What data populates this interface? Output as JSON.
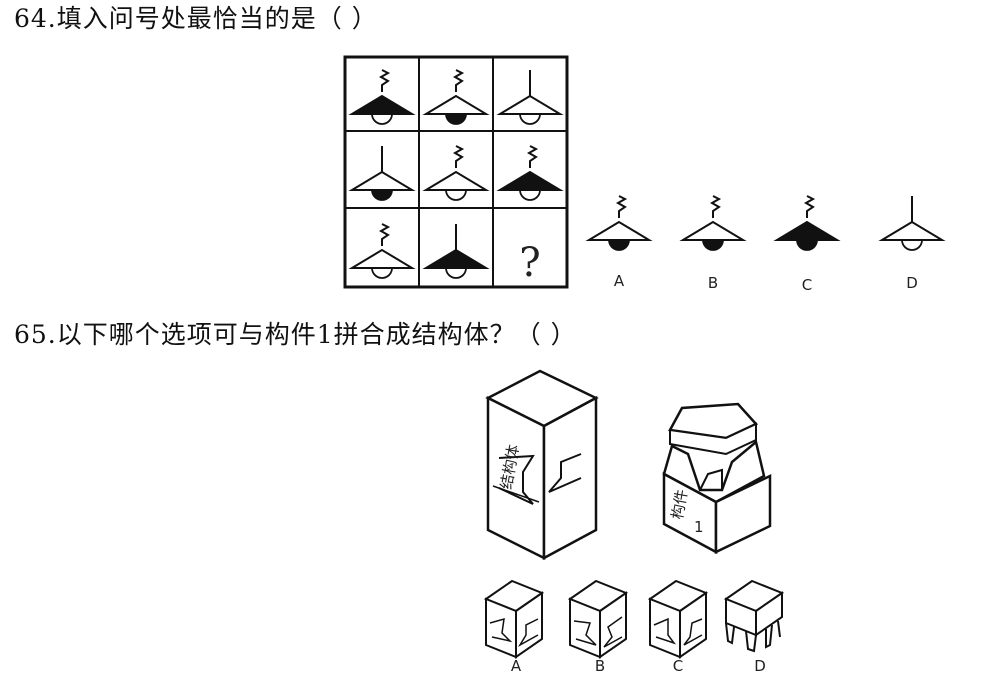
{
  "questions": [
    {
      "title": "64.填入问号处最恰当的是（    ）",
      "grid_cells": [
        {
          "hook": "zigzag",
          "shade": "black",
          "bulb": "white"
        },
        {
          "hook": "zigzag",
          "shade": "white",
          "bulb": "black"
        },
        {
          "hook": "straight",
          "shade": "white",
          "bulb": "white"
        },
        {
          "hook": "straight",
          "shade": "white",
          "bulb": "black"
        },
        {
          "hook": "zigzag",
          "shade": "white",
          "bulb": "white"
        },
        {
          "hook": "zigzag",
          "shade": "black",
          "bulb": "white"
        },
        {
          "hook": "zigzag",
          "shade": "white",
          "bulb": "white"
        },
        {
          "hook": "straight",
          "shade": "black",
          "bulb": "white"
        },
        {
          "question_mark": "?"
        }
      ],
      "options": [
        {
          "label": "A",
          "hook": "zigzag",
          "shade": "white",
          "bulb": "black"
        },
        {
          "label": "B",
          "hook": "zigzag",
          "shade": "white",
          "bulb": "black"
        },
        {
          "label": "C",
          "hook": "zigzag",
          "shade": "black",
          "bulb": "black"
        },
        {
          "label": "D",
          "hook": "straight",
          "shade": "white",
          "bulb": "white"
        }
      ]
    },
    {
      "title": "65.以下哪个选项可与构件1拼合成结构体？（    ）",
      "block_label": "结构体",
      "piece_label_chars": "构件",
      "piece_label_num": "1",
      "options": [
        {
          "label": "A"
        },
        {
          "label": "B"
        },
        {
          "label": "C"
        },
        {
          "label": "D"
        }
      ]
    }
  ]
}
